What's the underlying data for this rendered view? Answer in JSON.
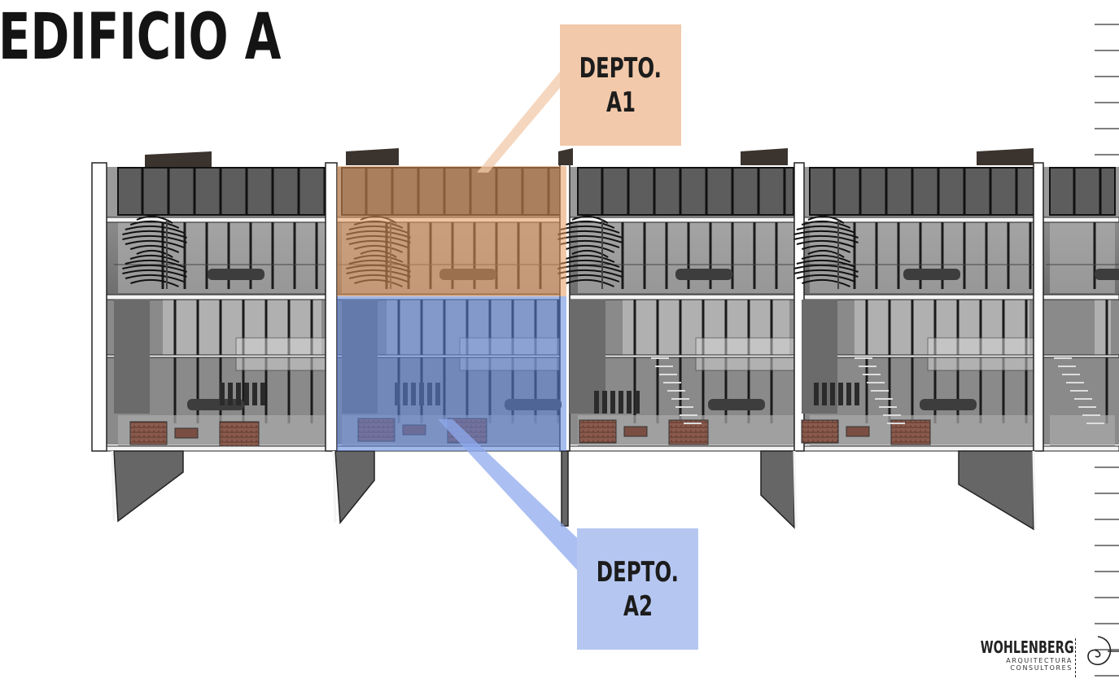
{
  "slide": {
    "title": "EDIFICIO A",
    "units": [
      {
        "line1": "DEPTO.",
        "line2": "A1",
        "color": "#f2c9aa",
        "highlight": "#e79b5e"
      },
      {
        "line1": "DEPTO.",
        "line2": "A2",
        "color": "#b5c7f1",
        "highlight": "#5f86e0"
      }
    ],
    "logo": {
      "name": "WOHLENBERG",
      "line1": "ARQUITECTURA",
      "line2": "CONSULTORES",
      "icon": "spiral-icon"
    }
  }
}
